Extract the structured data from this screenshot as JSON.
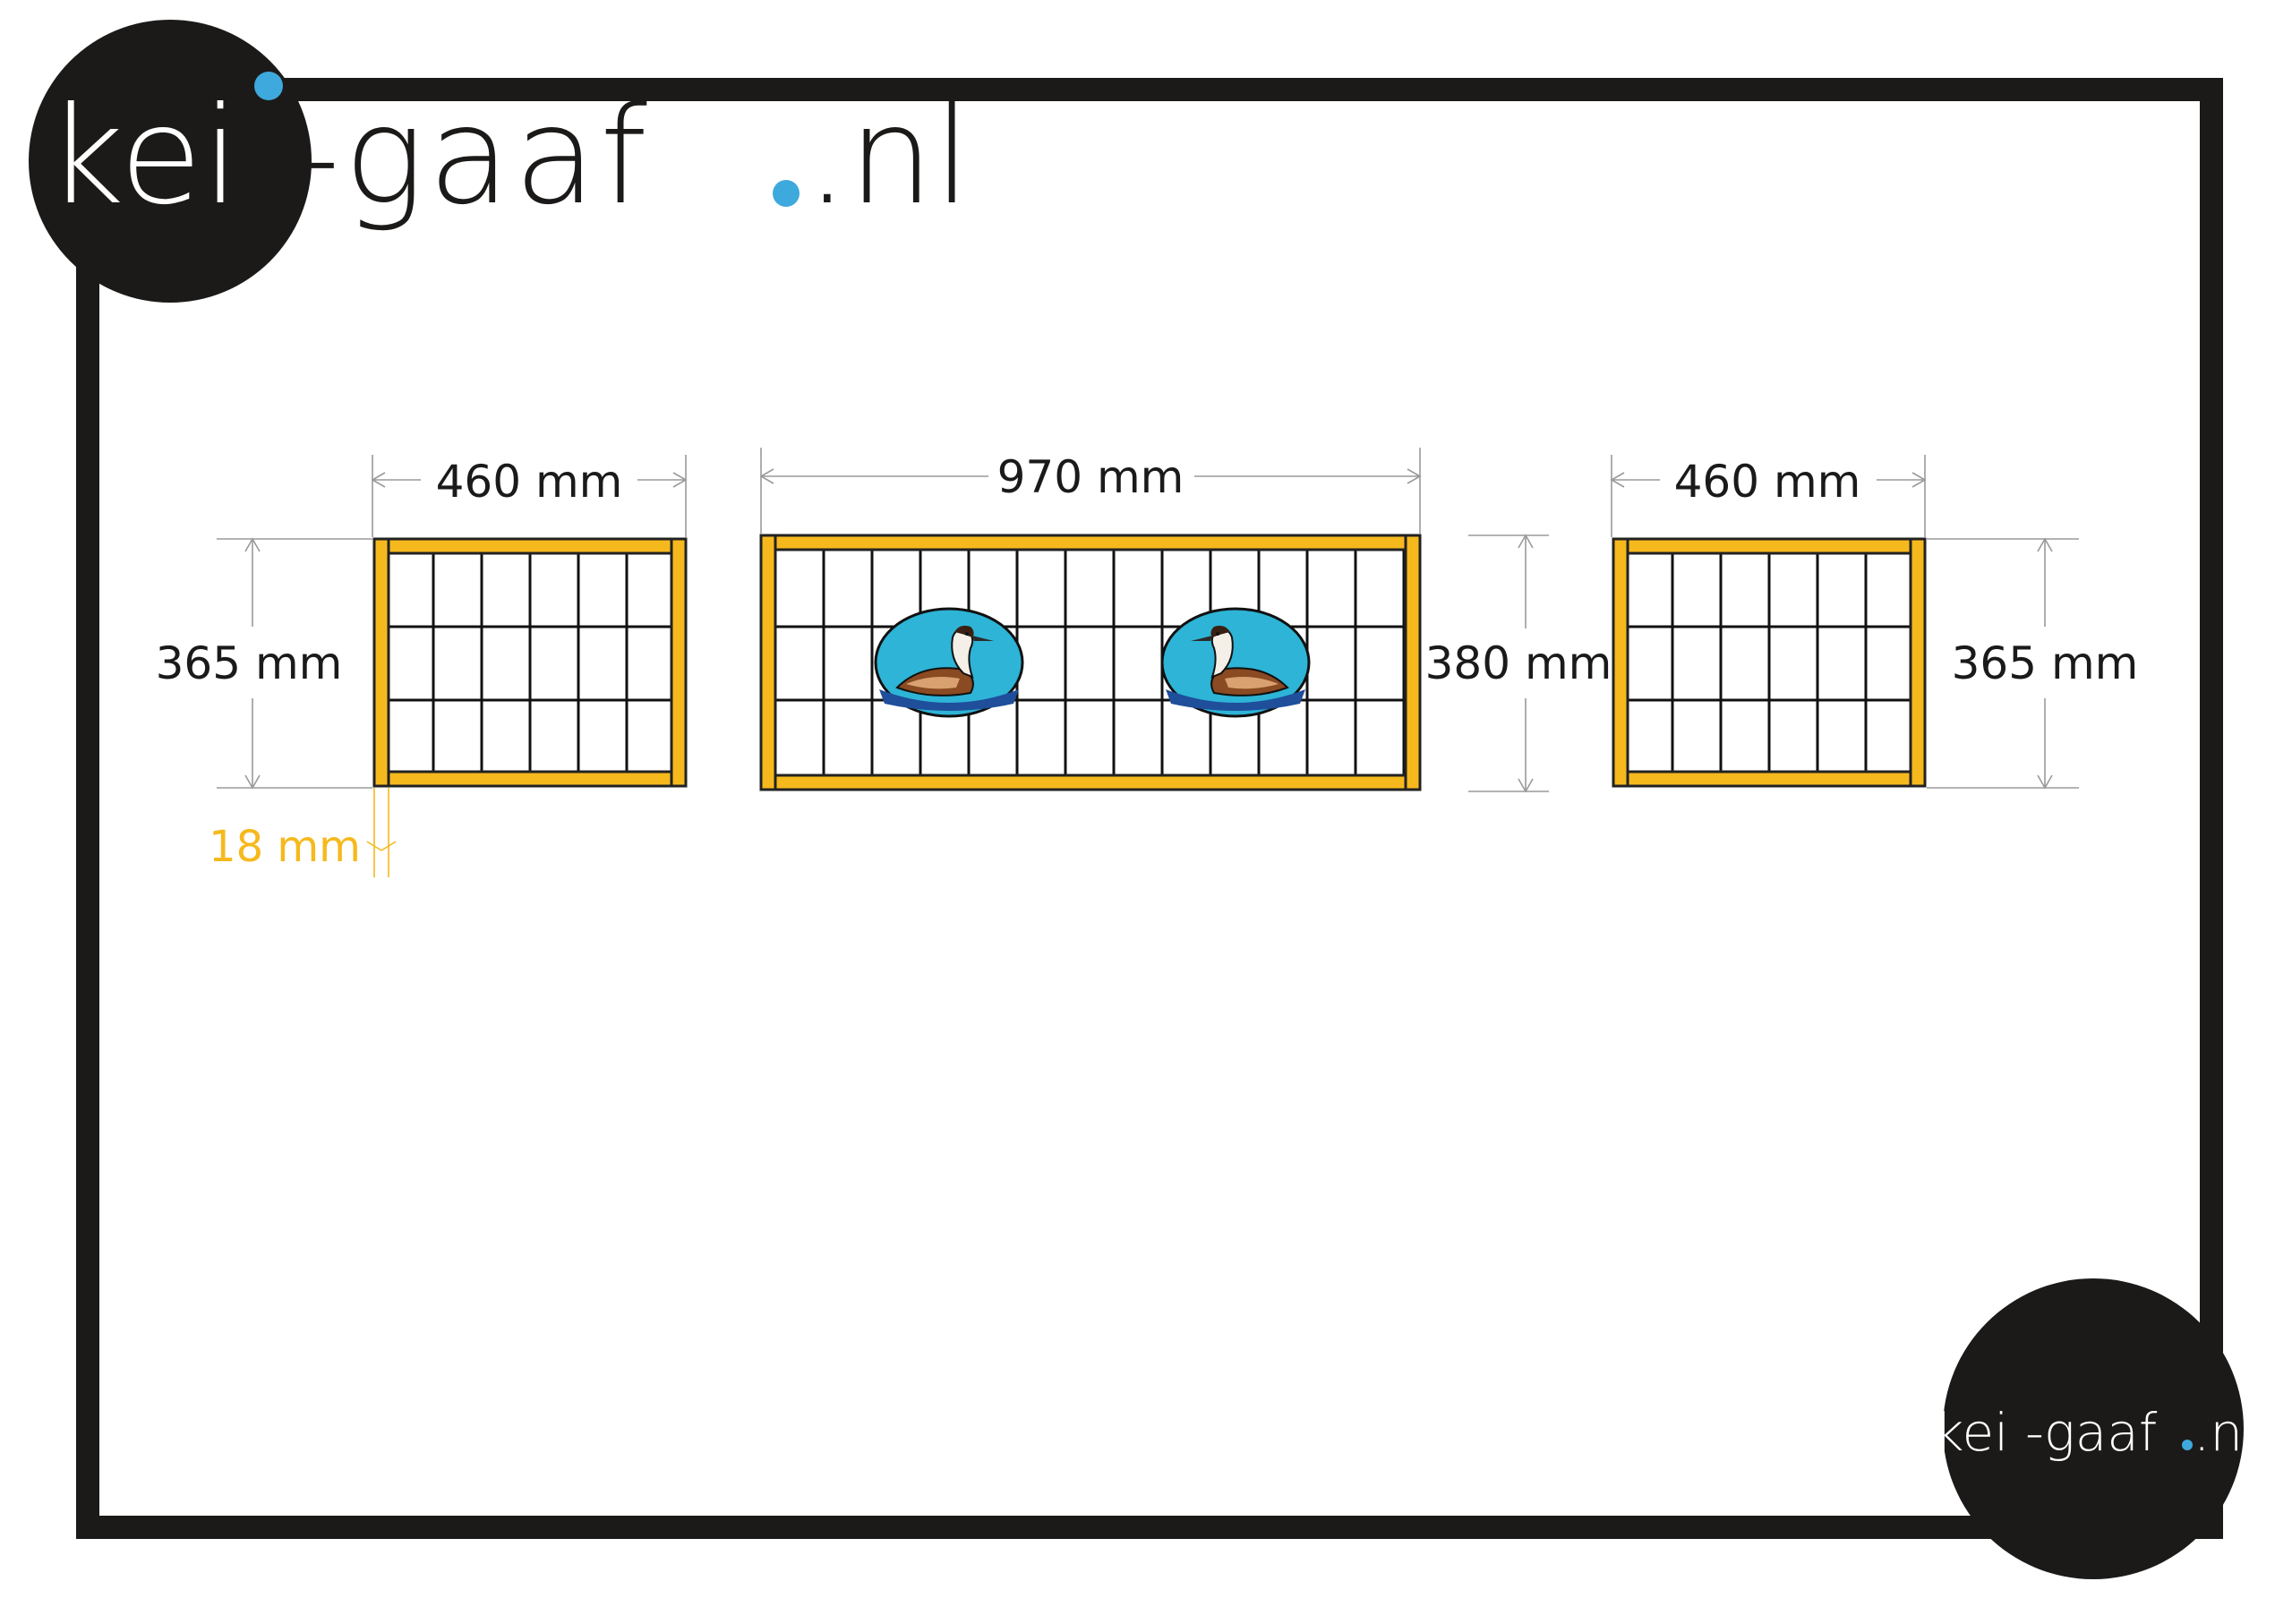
{
  "brand": {
    "logo_text_left": "kei",
    "logo_text_right": "-gaaf",
    "logo_tld": ".nl",
    "logo_small_left": "kei",
    "logo_small_right": "-gaaf",
    "logo_small_tld": ".nl"
  },
  "panels": [
    {
      "id": "left",
      "width_label": "460 mm",
      "height_label": "365 mm"
    },
    {
      "id": "center",
      "width_label": "970 mm",
      "height_label": "380 mm"
    },
    {
      "id": "right",
      "width_label": "460 mm",
      "height_label": "365 mm"
    }
  ],
  "frame_thickness_label": "18 mm",
  "colors": {
    "frame": "#f6b91d",
    "accent_blue": "#3ea9dc",
    "border": "#1c1a19",
    "thickness_label": "#f6b91d",
    "medallion_water": "#2db4d6"
  },
  "medallions": [
    {
      "icon": "grebe-bird-icon"
    },
    {
      "icon": "grebe-bird-icon"
    }
  ]
}
